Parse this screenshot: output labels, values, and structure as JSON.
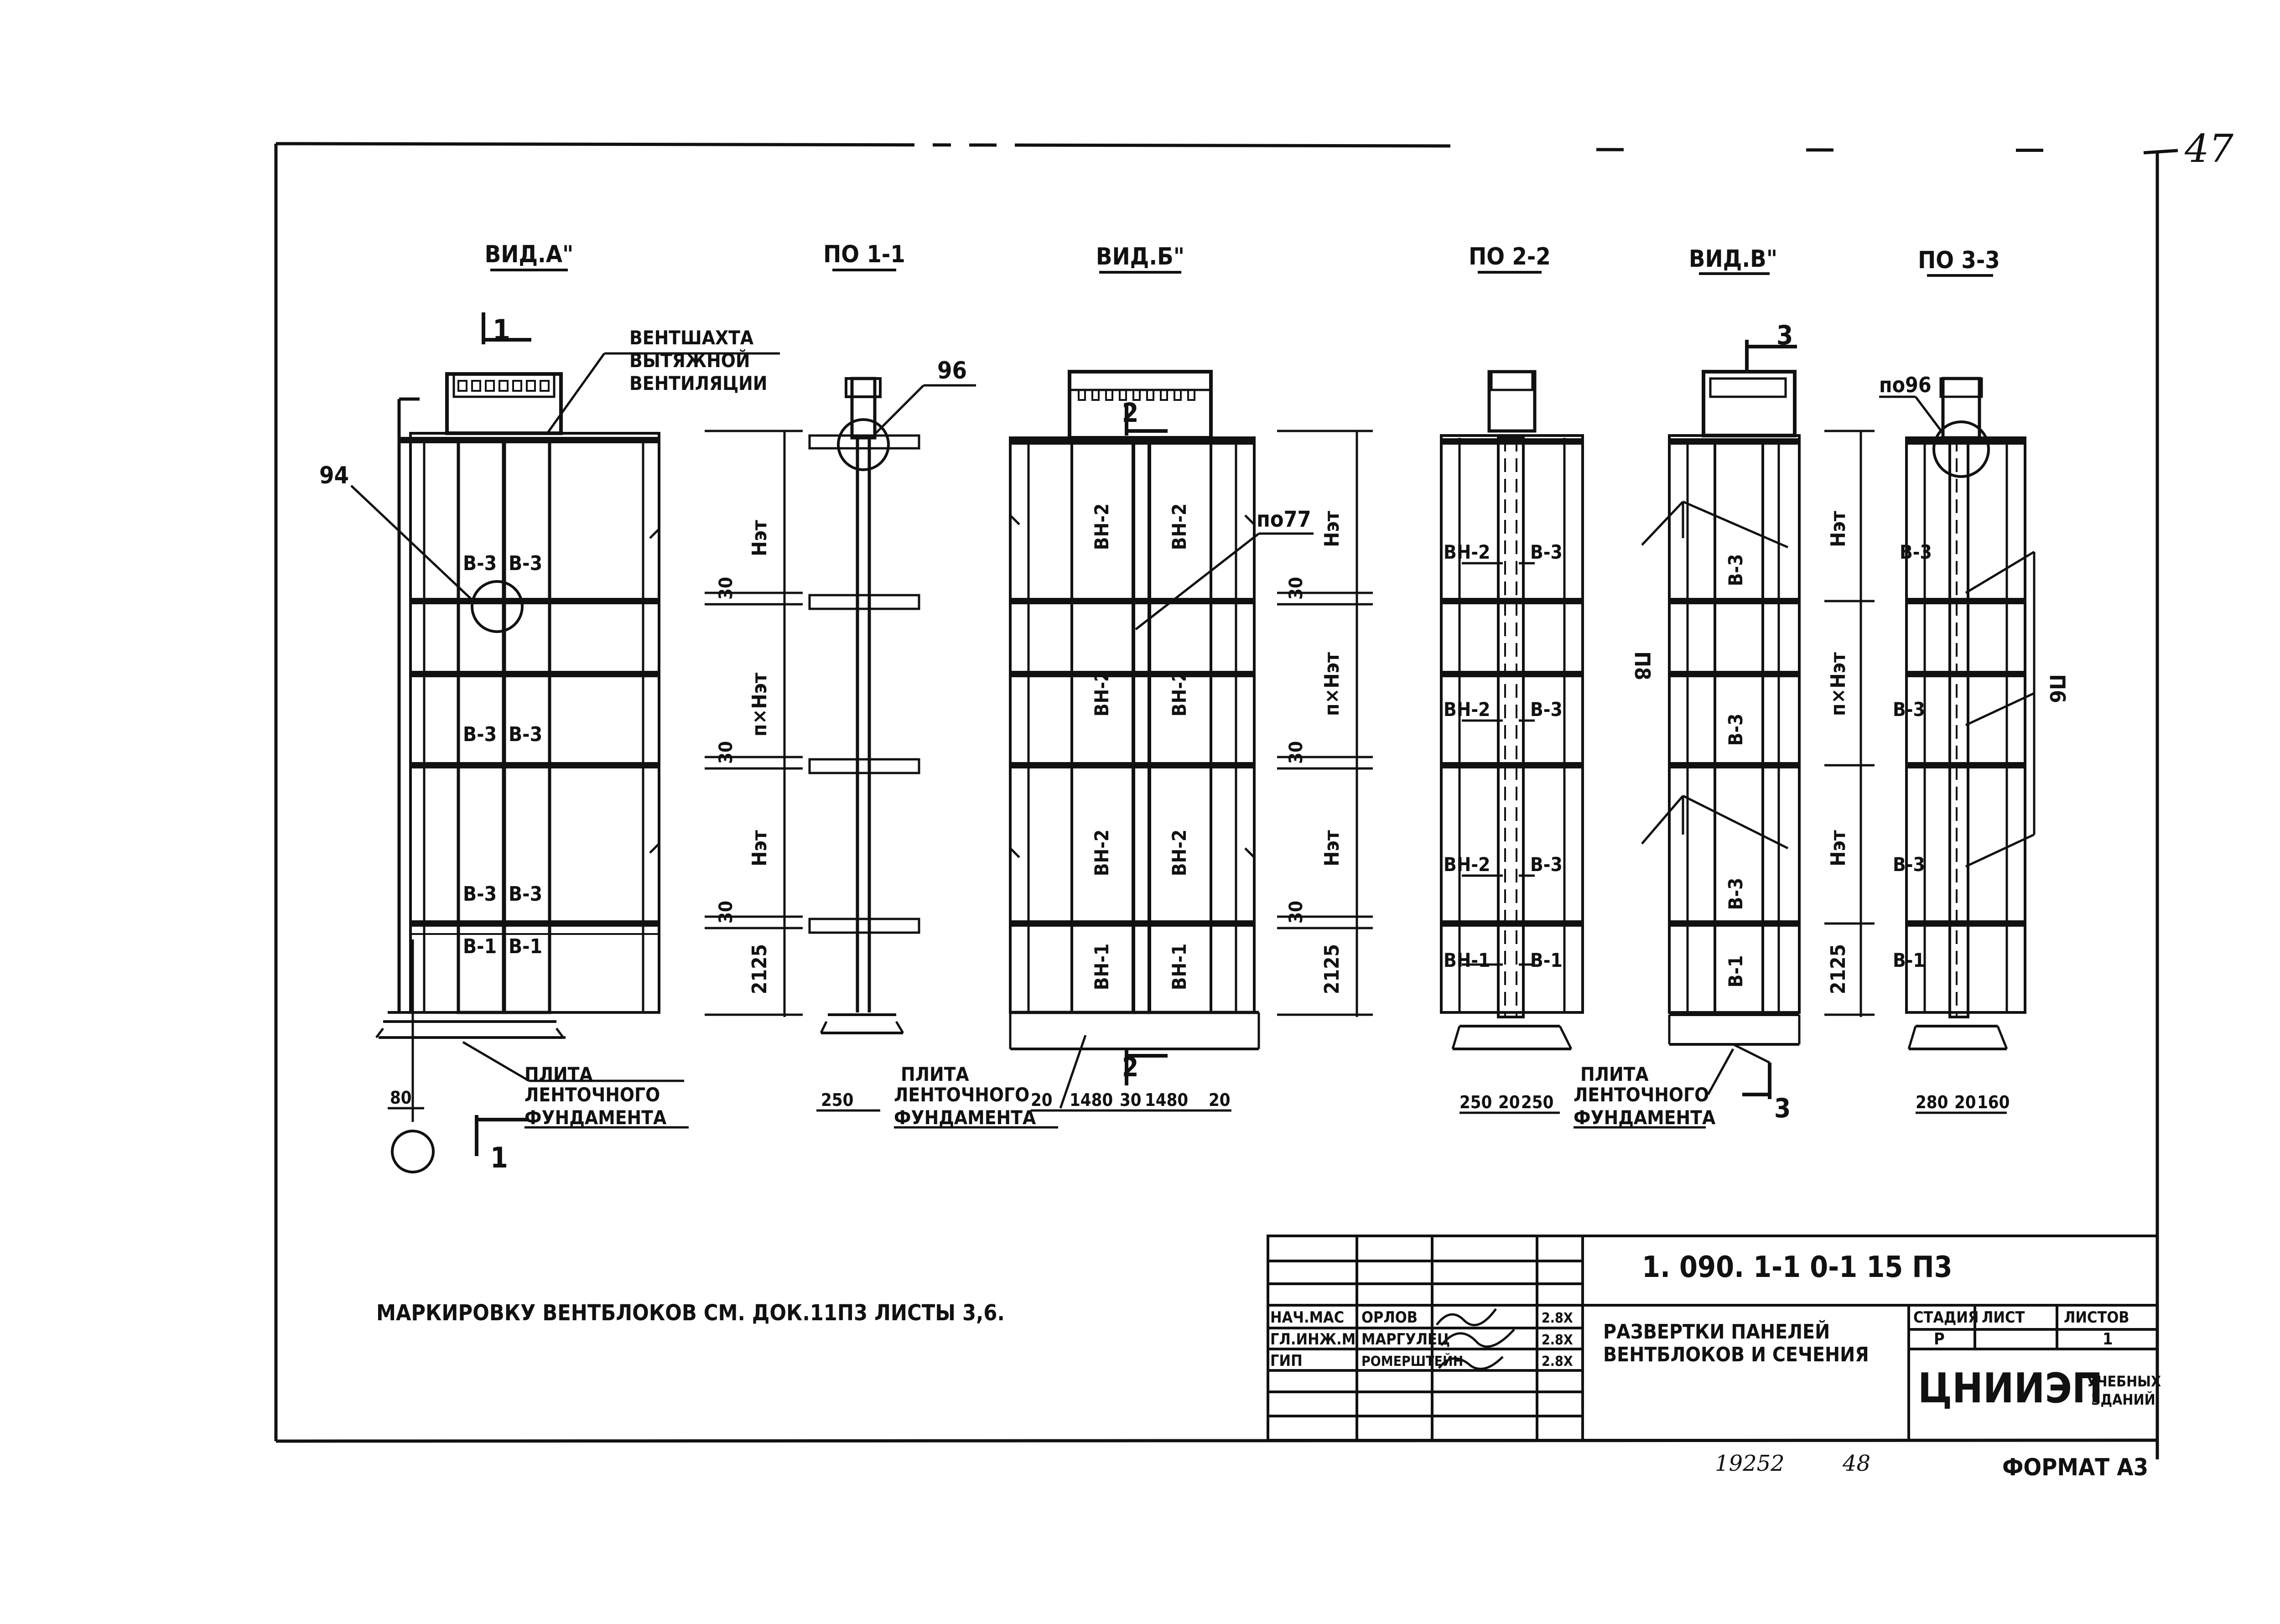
{
  "page_number": "47",
  "views": {
    "view_a": "ВИД.А\"",
    "sec_1": "ПО 1-1",
    "view_b": "ВИД.Б\"",
    "sec_2": "ПО 2-2",
    "view_v": "ВИД.В\"",
    "sec_3": "ПО 3-3"
  },
  "section_marks": {
    "m1": "1",
    "m2": "2",
    "m3": "3"
  },
  "callouts": {
    "shaft_line1": "ВЕНТШАХТА",
    "shaft_line2": "ВЫТЯЖНОЙ",
    "shaft_line3": "ВЕНТИЛЯЦИИ",
    "node_94": "94",
    "node_96": "96",
    "node_po77": "по77",
    "node_po96": "по96",
    "pv_1": "П8",
    "pv_2": "П6",
    "foundation_line1": "ПЛИТА",
    "foundation_line2": "ЛЕНТОЧНОГО",
    "foundation_line3": "ФУНДАМЕНТА"
  },
  "block_labels": {
    "view_a": [
      "В-3",
      "В-3",
      "В-3",
      "В-3",
      "В-3",
      "В-3",
      "В-1",
      "В-1"
    ],
    "view_b": [
      "ВН-2",
      "ВН-2",
      "ВН-2",
      "ВН-2",
      "ВН-2",
      "ВН-2",
      "ВН-1",
      "ВН-1"
    ],
    "sec_2": [
      "ВН-2",
      "В-3",
      "ВН-2",
      "В-3",
      "ВН-2",
      "В-3",
      "ВН-1",
      "В-1"
    ],
    "view_v": [
      "В-3",
      "В-3",
      "В-3",
      "В-1"
    ],
    "sec_3": [
      "В-3",
      "В-3",
      "В-3",
      "В-1"
    ]
  },
  "dimensions": {
    "h_floor": "Нэт",
    "n_h_floor": "п×Нэт",
    "joint": "30",
    "ground_floor": "2125",
    "d80": "80",
    "d250": "250",
    "b_row": [
      "20",
      "1480",
      "30",
      "1480",
      "20"
    ],
    "sec2_row": [
      "250",
      "20",
      "250"
    ],
    "sec3_row": [
      "280",
      "20",
      "160"
    ]
  },
  "note": "МАРКИРОВКУ ВЕНТБЛОКОВ СМ. ДОК.11П3 ЛИСТЫ 3,6.",
  "title_block": {
    "doc_code": "1. 090. 1-1  0-1  15 П3",
    "roles": [
      "НАЧ.МАС",
      "ГЛ.ИНЖ.М",
      "ГИП"
    ],
    "names": [
      "ОРЛОВ",
      "МАРГУЛЕЦ",
      "РОМЕРШТЕЙН"
    ],
    "dates": [
      "2.8Х",
      "2.8Х",
      "2.8Х"
    ],
    "title_line1": "РАЗВЕРТКИ ПАНЕЛЕЙ",
    "title_line2": "ВЕНТБЛОКОВ И СЕЧЕНИЯ",
    "stage_hdr": "СТАДИЯ",
    "sheet_hdr": "ЛИСТ",
    "sheets_hdr": "ЛИСТОВ",
    "stage_val": "Р",
    "sheet_val": "",
    "sheets_val": "1",
    "org": "ЦНИИЭП",
    "org_sub1": "УЧЕБНЫХ",
    "org_sub2": "ЗДАНИЙ"
  },
  "footer": {
    "inv": "19252",
    "num": "48",
    "format": "ФОРМАТ А3"
  }
}
